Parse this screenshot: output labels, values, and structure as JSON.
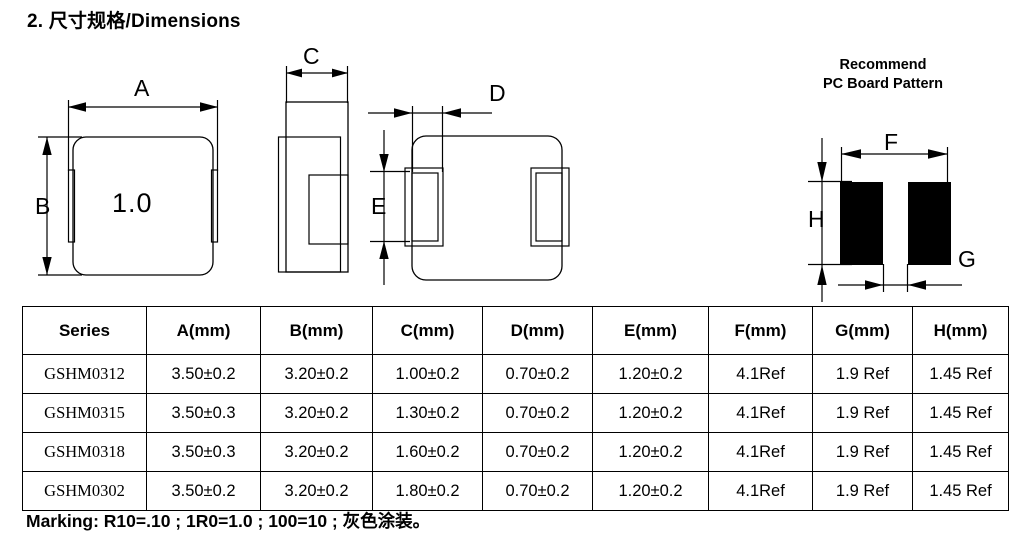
{
  "page": {
    "title": "2. 尺寸规格/Dimensions",
    "marking_note": "Marking: R10=.10 ; 1R0=1.0 ; 100=10 ; 灰色涂装。"
  },
  "drawings": {
    "top_view": {
      "name": "top-view",
      "body_marking": "1.0",
      "dim_a": "A",
      "dim_b": "B"
    },
    "side_view": {
      "name": "side-view",
      "dim_c": "C"
    },
    "bottom_view": {
      "name": "bottom-view",
      "dim_d": "D",
      "dim_e": "E"
    },
    "pcb_pattern": {
      "name": "pc-board-pattern",
      "caption_line1": "Recommend",
      "caption_line2": "PC Board Pattern",
      "dim_f": "F",
      "dim_g": "G",
      "dim_h": "H",
      "pad_color": "#000000"
    }
  },
  "table": {
    "columns": [
      "Series",
      "A(mm)",
      "B(mm)",
      "C(mm)",
      "D(mm)",
      "E(mm)",
      "F(mm)",
      "G(mm)",
      "H(mm)"
    ],
    "rows": [
      {
        "series": "GSHM0312",
        "a": "3.50±0.2",
        "b": "3.20±0.2",
        "c": "1.00±0.2",
        "d": "0.70±0.2",
        "e": "1.20±0.2",
        "f": "4.1Ref",
        "g": "1.9 Ref",
        "h": "1.45 Ref"
      },
      {
        "series": "GSHM0315",
        "a": "3.50±0.3",
        "b": "3.20±0.2",
        "c": "1.30±0.2",
        "d": "0.70±0.2",
        "e": "1.20±0.2",
        "f": "4.1Ref",
        "g": "1.9 Ref",
        "h": "1.45 Ref"
      },
      {
        "series": "GSHM0318",
        "a": "3.50±0.3",
        "b": "3.20±0.2",
        "c": "1.60±0.2",
        "d": "0.70±0.2",
        "e": "1.20±0.2",
        "f": "4.1Ref",
        "g": "1.9 Ref",
        "h": "1.45 Ref"
      },
      {
        "series": "GSHM0302",
        "a": "3.50±0.2",
        "b": "3.20±0.2",
        "c": "1.80±0.2",
        "d": "0.70±0.2",
        "e": "1.20±0.2",
        "f": "4.1Ref",
        "g": "1.9 Ref",
        "h": "1.45 Ref"
      }
    ]
  }
}
